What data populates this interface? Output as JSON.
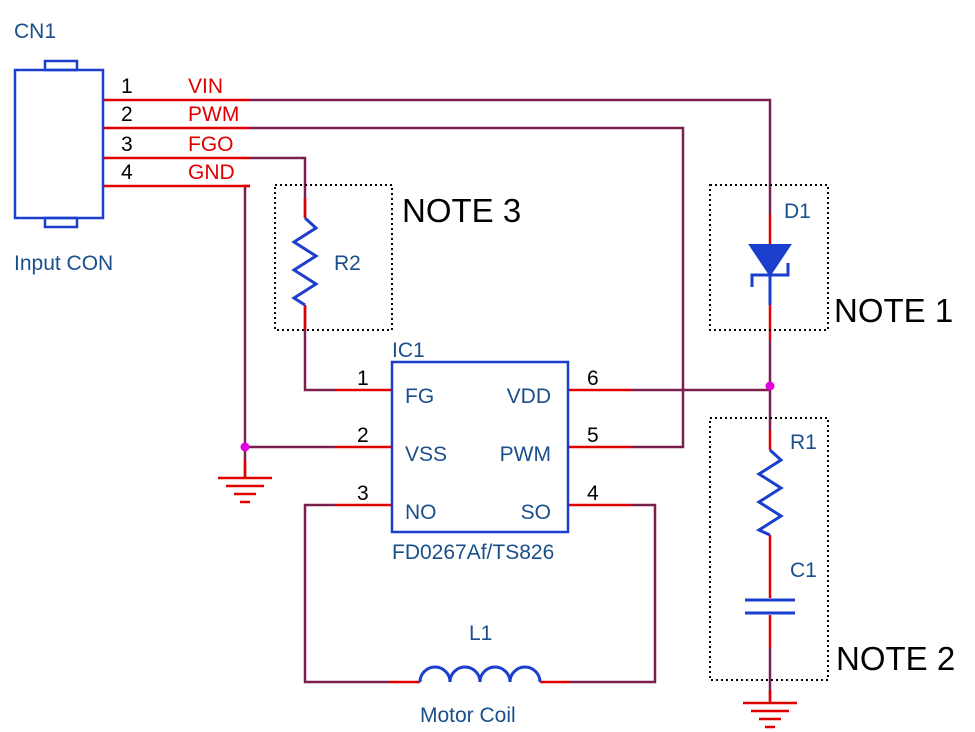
{
  "connector": {
    "ref": "CN1",
    "name": "Input CON",
    "pins": [
      {
        "num": "1",
        "net": "VIN"
      },
      {
        "num": "2",
        "net": "PWM"
      },
      {
        "num": "3",
        "net": "FGO"
      },
      {
        "num": "4",
        "net": "GND"
      }
    ]
  },
  "ic": {
    "ref": "IC1",
    "part": "FD0267Af/TS826",
    "pins": [
      {
        "num": "1",
        "name": "FG"
      },
      {
        "num": "2",
        "name": "VSS"
      },
      {
        "num": "3",
        "name": "NO"
      },
      {
        "num": "4",
        "name": "SO"
      },
      {
        "num": "5",
        "name": "PWM"
      },
      {
        "num": "6",
        "name": "VDD"
      }
    ]
  },
  "components": {
    "r2": "R2",
    "d1": "D1",
    "r1": "R1",
    "c1": "C1",
    "l1": "L1",
    "l1_name": "Motor Coil"
  },
  "notes": {
    "note1": "NOTE 1",
    "note2": "NOTE 2",
    "note3": "NOTE 3"
  },
  "colors": {
    "wire": "#7a1f4e",
    "pin": "#e00000",
    "component": "#1a3fcc",
    "label": "#1a4f8b",
    "junction": "#e000e0"
  }
}
